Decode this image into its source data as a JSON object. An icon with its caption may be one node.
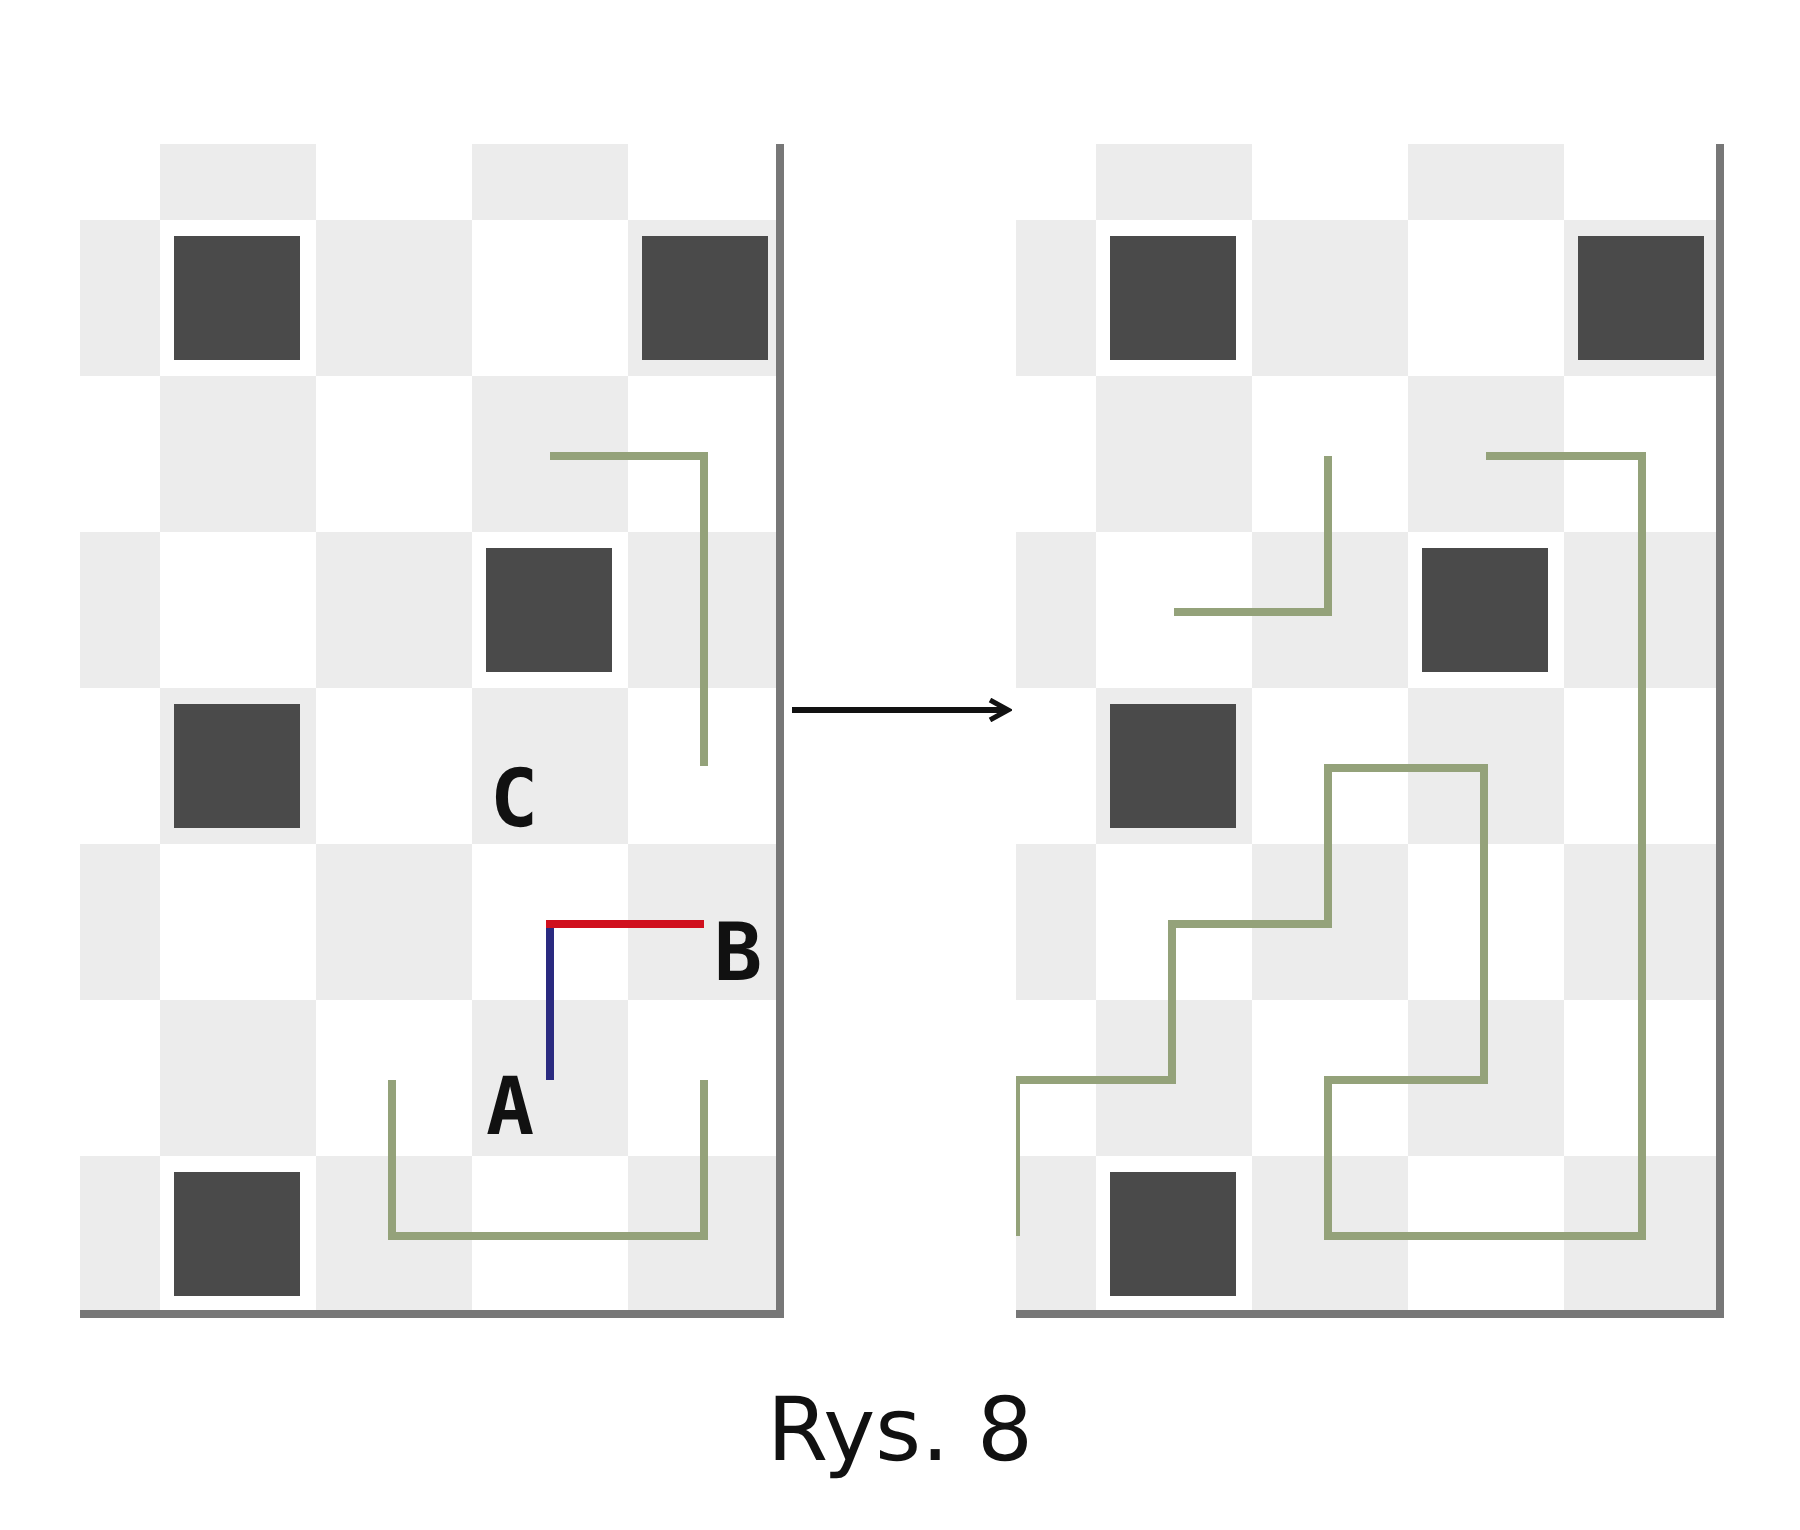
{
  "diagram": {
    "caption": "Rys. 8",
    "nodes": [
      {
        "text": [],
        "shape": "picture"
      },
      {
        "text": [],
        "shape": "picture"
      }
    ],
    "edges": [
      {
        "from": 0,
        "to": 1,
        "arrow": "to"
      }
    ],
    "labels": [
      "C",
      "B",
      "A"
    ]
  }
}
